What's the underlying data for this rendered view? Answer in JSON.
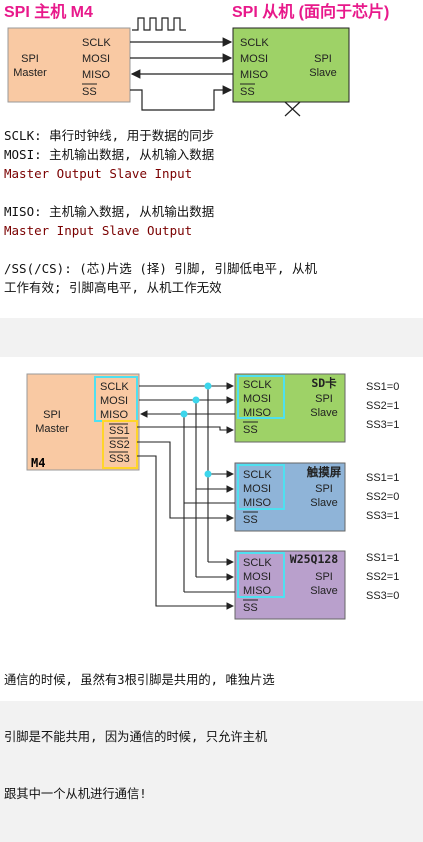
{
  "top": {
    "title_left": "SPI 主机 M4",
    "title_right": "SPI 从机 (面向于芯片)",
    "master_label_1": "SPI",
    "master_label_2": "Master",
    "slave_label_1": "SPI",
    "slave_label_2": "Slave",
    "pins": [
      "SCLK",
      "MOSI",
      "MISO",
      "SS"
    ],
    "explain": [
      {
        "text": "SCLK: 串行时钟线, 用于数据的同步",
        "style": "normal"
      },
      {
        "text": "MOSI: 主机输出数据, 从机输入数据",
        "style": "normal"
      },
      {
        "text": "Master Output Slave Input",
        "style": "red"
      },
      {
        "text": "",
        "style": "normal"
      },
      {
        "text": "MISO: 主机输入数据, 从机输出数据",
        "style": "normal"
      },
      {
        "text": "Master Input Slave Output",
        "style": "red"
      },
      {
        "text": "",
        "style": "normal"
      },
      {
        "text": "/SS(/CS): (芯)片选 (择) 引脚, 引脚低电平, 从机",
        "style": "normal"
      },
      {
        "text": "工作有效; 引脚高电平, 从机工作无效",
        "style": "normal"
      }
    ]
  },
  "bottom": {
    "master_label_1": "SPI",
    "master_label_2": "Master",
    "master_tag": "M4",
    "master_pins": [
      "SCLK",
      "MOSI",
      "MISO"
    ],
    "ss_pins": [
      "SS1",
      "SS2",
      "SS3"
    ],
    "slaves": [
      {
        "name": "SD卡",
        "pins": [
          "SCLK",
          "MOSI",
          "MISO",
          "SS"
        ],
        "label_1": "SPI",
        "label_2": "Slave",
        "fill": "#9ed267",
        "ss_states": [
          "SS1=0",
          "SS2=1",
          "SS3=1"
        ]
      },
      {
        "name": "触摸屏",
        "pins": [
          "SCLK",
          "MOSI",
          "MISO",
          "SS"
        ],
        "label_1": "SPI",
        "label_2": "Slave",
        "fill": "#8fb4d8",
        "ss_states": [
          "SS1=1",
          "SS2=0",
          "SS3=1"
        ]
      },
      {
        "name": "W25Q128",
        "pins": [
          "SCLK",
          "MOSI",
          "MISO",
          "SS"
        ],
        "label_1": "SPI",
        "label_2": "Slave",
        "fill": "#b9a0cc",
        "ss_states": [
          "SS1=1",
          "SS2=1",
          "SS3=0"
        ]
      }
    ],
    "note": [
      "通信的时候, 虽然有3根引脚是共用的, 唯独片选",
      "引脚是不能共用, 因为通信的时候, 只允许主机",
      "跟其中一个从机进行通信!"
    ]
  },
  "colors": {
    "master_fill": "#f9c9a3",
    "slave_top_fill": "#9ed267",
    "title_left": "#e8198b",
    "title_right": "#e8198b",
    "title_m4": "#1f3fd0",
    "red_text": "#7a0000",
    "highlight_cyan": "#4fe0f0",
    "highlight_yellow": "#ffd52a",
    "dot_cyan": "#3cd6ec"
  }
}
